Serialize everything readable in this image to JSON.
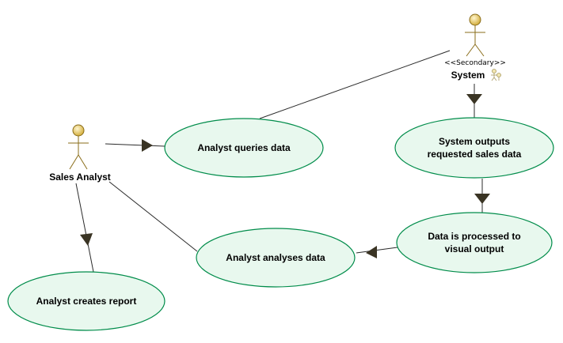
{
  "actors": {
    "sales_analyst": {
      "label": "Sales Analyst"
    },
    "system": {
      "label": "System",
      "stereotype": "<<Secondary>>"
    }
  },
  "use_cases": {
    "queries": {
      "lines": [
        "Analyst queries data"
      ]
    },
    "system_outputs": {
      "lines": [
        "System outputs",
        "requested sales data"
      ]
    },
    "processed": {
      "lines": [
        "Data is processed to",
        "visual output"
      ]
    },
    "analyses": {
      "lines": [
        "Analyst analyses data"
      ]
    },
    "report": {
      "lines": [
        "Analyst creates report"
      ]
    }
  },
  "colors": {
    "usecase_fill": "#e8f8ee",
    "usecase_stroke": "#008c4a",
    "actor_head": "#e2c45c",
    "actor_stroke": "#8a6d1a",
    "connector": "#2b2b2b",
    "arrowhead": "#3a3424"
  }
}
